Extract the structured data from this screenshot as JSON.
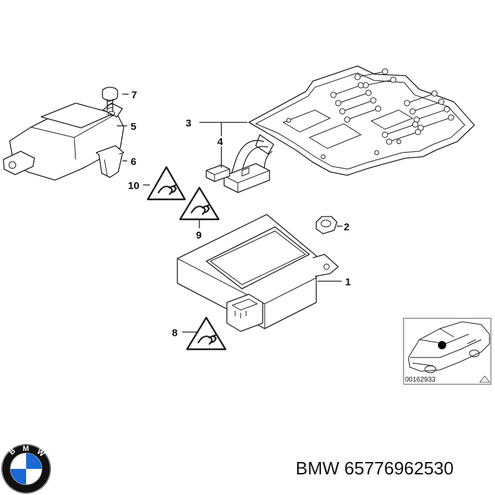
{
  "callouts": [
    {
      "id": "1",
      "text": "1"
    },
    {
      "id": "2",
      "text": "2"
    },
    {
      "id": "3",
      "text": "3"
    },
    {
      "id": "4",
      "text": "4"
    },
    {
      "id": "5",
      "text": "5"
    },
    {
      "id": "6",
      "text": "6"
    },
    {
      "id": "7",
      "text": "7"
    },
    {
      "id": "8",
      "text": "8"
    },
    {
      "id": "9",
      "text": "9"
    },
    {
      "id": "10",
      "text": "10"
    }
  ],
  "inset": {
    "ref_number": "00162933"
  },
  "logo": {
    "letters": "BMW",
    "colors": {
      "blue": "#1c69d4",
      "ring": "#111111"
    }
  },
  "caption": {
    "brand": "BMW",
    "part_number": "65776962530"
  }
}
